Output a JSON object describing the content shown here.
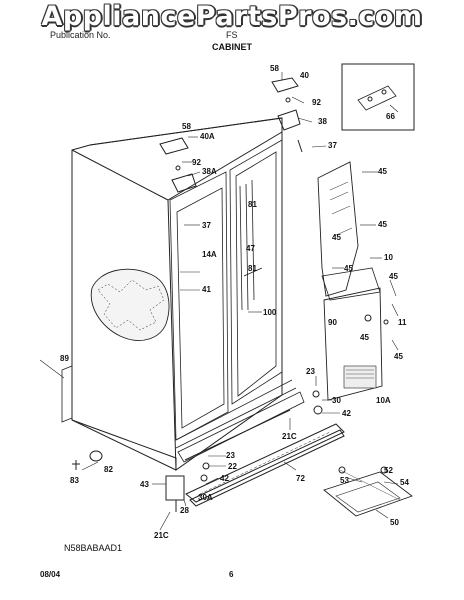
{
  "watermark": "AppliancePartsPros.com",
  "header": {
    "left": "Publication No.",
    "right": "FS",
    "title": "CABINET"
  },
  "diagram_code": "N58BABAAD1",
  "footer": {
    "date": "08/04",
    "page": "6"
  },
  "callouts": [
    {
      "id": "58a",
      "text": "58"
    },
    {
      "id": "40",
      "text": "40"
    },
    {
      "id": "92a",
      "text": "92"
    },
    {
      "id": "38",
      "text": "38"
    },
    {
      "id": "66",
      "text": "66"
    },
    {
      "id": "37a",
      "text": "37"
    },
    {
      "id": "58b",
      "text": "58"
    },
    {
      "id": "40a",
      "text": "40A"
    },
    {
      "id": "92b",
      "text": "92"
    },
    {
      "id": "38a",
      "text": "38A"
    },
    {
      "id": "45a",
      "text": "45"
    },
    {
      "id": "81a",
      "text": "81"
    },
    {
      "id": "45b",
      "text": "45"
    },
    {
      "id": "45c",
      "text": "45"
    },
    {
      "id": "37b",
      "text": "37"
    },
    {
      "id": "47",
      "text": "47"
    },
    {
      "id": "14a",
      "text": "14A"
    },
    {
      "id": "10",
      "text": "10"
    },
    {
      "id": "45d",
      "text": "45"
    },
    {
      "id": "81b",
      "text": "81"
    },
    {
      "id": "41",
      "text": "41"
    },
    {
      "id": "45e",
      "text": "45"
    },
    {
      "id": "100",
      "text": "100"
    },
    {
      "id": "90",
      "text": "90"
    },
    {
      "id": "11",
      "text": "11"
    },
    {
      "id": "45f",
      "text": "45"
    },
    {
      "id": "45g",
      "text": "45"
    },
    {
      "id": "89",
      "text": "89"
    },
    {
      "id": "23a",
      "text": "23"
    },
    {
      "id": "30a",
      "text": "30"
    },
    {
      "id": "10a",
      "text": "10A"
    },
    {
      "id": "42a",
      "text": "42"
    },
    {
      "id": "21ca",
      "text": "21C"
    },
    {
      "id": "23b",
      "text": "23"
    },
    {
      "id": "22",
      "text": "22"
    },
    {
      "id": "42b",
      "text": "42"
    },
    {
      "id": "30A",
      "text": "30A"
    },
    {
      "id": "72",
      "text": "72"
    },
    {
      "id": "82",
      "text": "82"
    },
    {
      "id": "83",
      "text": "83"
    },
    {
      "id": "43",
      "text": "43"
    },
    {
      "id": "28",
      "text": "28"
    },
    {
      "id": "21cb",
      "text": "21C"
    },
    {
      "id": "52",
      "text": "52"
    },
    {
      "id": "53",
      "text": "53"
    },
    {
      "id": "54",
      "text": "54"
    },
    {
      "id": "50",
      "text": "50"
    }
  ]
}
